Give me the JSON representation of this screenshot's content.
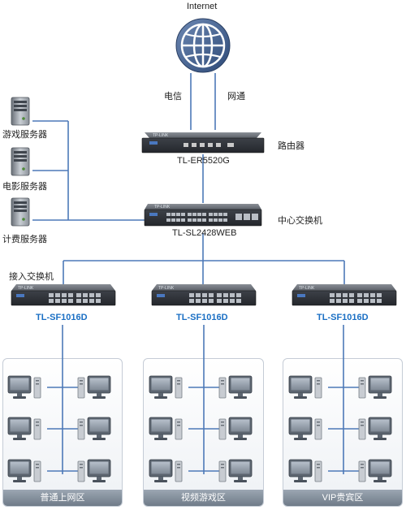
{
  "internet": {
    "label": "Internet"
  },
  "isp": {
    "telecom": "电信",
    "netcom": "网通"
  },
  "router": {
    "role": "路由器",
    "model": "TL-ER5520G",
    "brand": "TP-LINK"
  },
  "core_switch": {
    "role": "中心交换机",
    "model": "TL-SL2428WEB",
    "brand": "TP-LINK"
  },
  "access": {
    "role": "接入交换机"
  },
  "servers": [
    {
      "label": "游戏服务器"
    },
    {
      "label": "电影服务器"
    },
    {
      "label": "计费服务器"
    }
  ],
  "access_switches": [
    {
      "model": "TL-SF1016D",
      "brand": "TP-LINK"
    },
    {
      "model": "TL-SF1016D",
      "brand": "TP-LINK"
    },
    {
      "model": "TL-SF1016D",
      "brand": "TP-LINK"
    }
  ],
  "zones": [
    {
      "label": "普通上网区"
    },
    {
      "label": "视频游戏区"
    },
    {
      "label": "VIP贵宾区"
    }
  ],
  "colors": {
    "line": "#4d79b8",
    "model_text": "#1a6fc4",
    "globe": "#3d5a86"
  }
}
